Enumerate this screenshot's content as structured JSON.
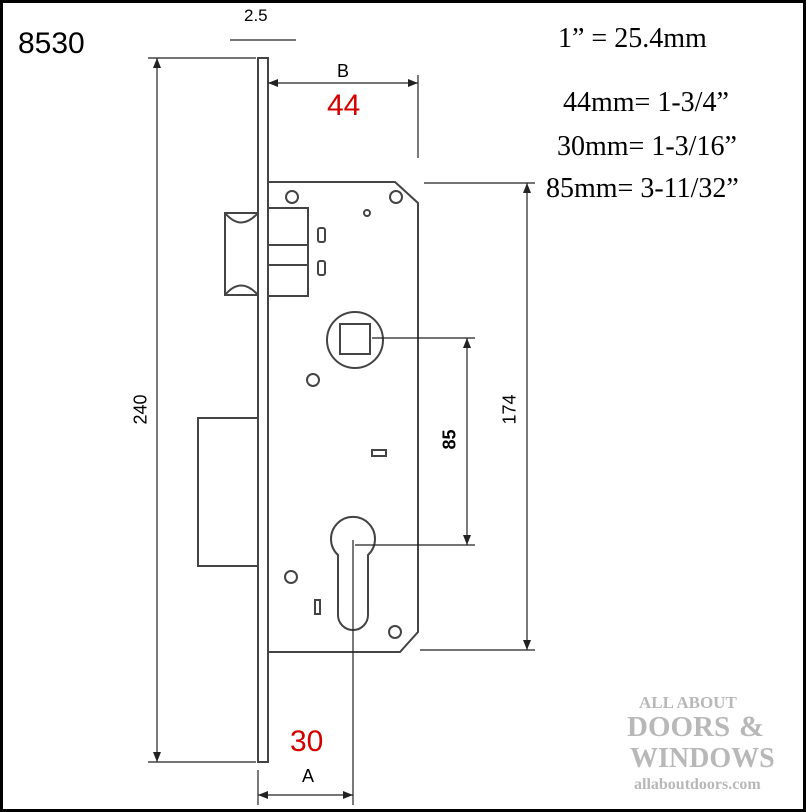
{
  "model": "8530",
  "conversions": [
    "1” = 25.4mm",
    "44mm= 1-3/4”",
    "30mm= 1-3/16”",
    "85mm= 3-11/32”"
  ],
  "dimensions": {
    "faceplate_thickness": "2.5",
    "b_label": "B",
    "b_value": "44",
    "a_label": "A",
    "a_value": "30",
    "total_height": "240",
    "case_height": "174",
    "center_distance": "85"
  },
  "watermark": {
    "line1": "ALL ABOUT",
    "line2": "DOORS",
    "amp": "&",
    "line3": "WINDOWS",
    "url": "allaboutdoors.com"
  },
  "colors": {
    "highlight": "#d40000",
    "line": "#444444"
  }
}
